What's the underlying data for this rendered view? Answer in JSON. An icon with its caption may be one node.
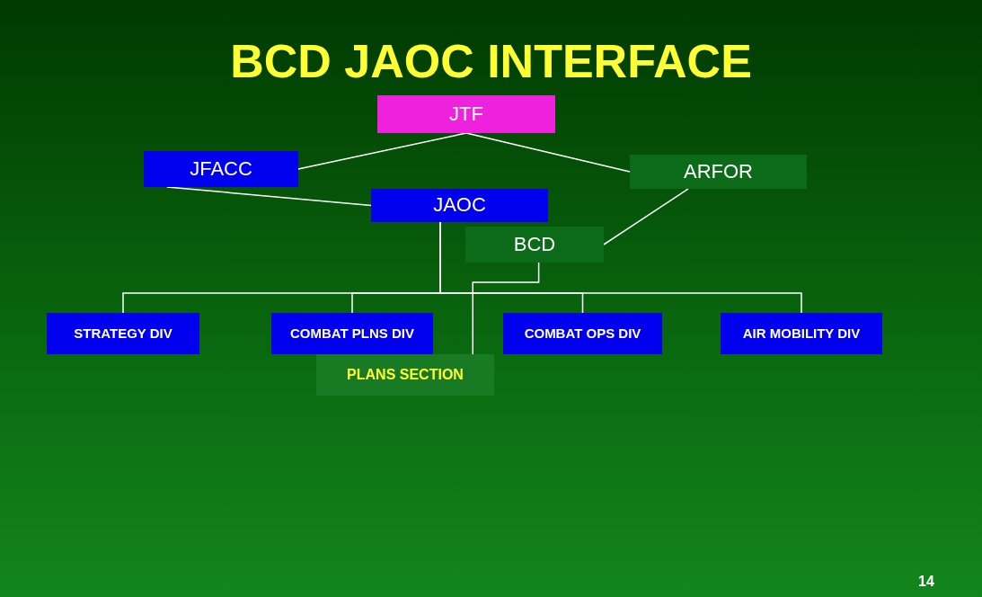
{
  "diagram": {
    "title": "BCD JAOC INTERFACE",
    "nodes": [
      {
        "text": [
          "JTF"
        ]
      },
      {
        "text": [
          "JFACC"
        ]
      },
      {
        "text": [
          "ARFOR"
        ]
      },
      {
        "text": [
          "JAOC"
        ]
      },
      {
        "text": [
          "BCD"
        ]
      },
      {
        "text": [
          "STRATEGY DIV"
        ]
      },
      {
        "text": [
          "COMBAT PLNS DIV"
        ]
      },
      {
        "text": [
          "COMBAT OPS DIV"
        ]
      },
      {
        "text": [
          "AIR MOBILITY DIV"
        ]
      },
      {
        "text": [
          "PLANS SECTION"
        ]
      }
    ],
    "edges": [
      {
        "from": 0,
        "to": 1,
        "arrow": "none"
      },
      {
        "from": 0,
        "to": 2,
        "arrow": "none"
      },
      {
        "from": 1,
        "to": 3,
        "arrow": "none"
      },
      {
        "from": 2,
        "to": 4,
        "arrow": "none"
      },
      {
        "from": 3,
        "to": 5,
        "arrow": "none"
      },
      {
        "from": 3,
        "to": 6,
        "arrow": "none"
      },
      {
        "from": 3,
        "to": 7,
        "arrow": "none"
      },
      {
        "from": 3,
        "to": 8,
        "arrow": "none"
      },
      {
        "from": 4,
        "to": 9,
        "arrow": "none"
      }
    ],
    "labels": [
      "14"
    ]
  }
}
